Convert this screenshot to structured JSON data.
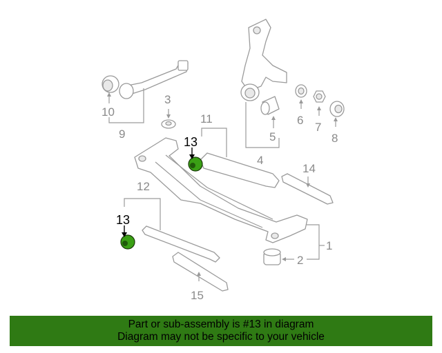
{
  "diagram": {
    "callouts": {
      "c1": "1",
      "c2": "2",
      "c3": "3",
      "c4": "4",
      "c5": "5",
      "c6": "6",
      "c7": "7",
      "c8": "8",
      "c9": "9",
      "c10": "10",
      "c11": "11",
      "c12": "12",
      "c13a": "13",
      "c13b": "13",
      "c14": "14",
      "c15": "15"
    },
    "highlight_color": "#3aa015"
  },
  "banner": {
    "line1": "Part or sub-assembly is #13 in diagram",
    "line2": "Diagram may not be specific to your vehicle",
    "color": "#2f7a14"
  }
}
